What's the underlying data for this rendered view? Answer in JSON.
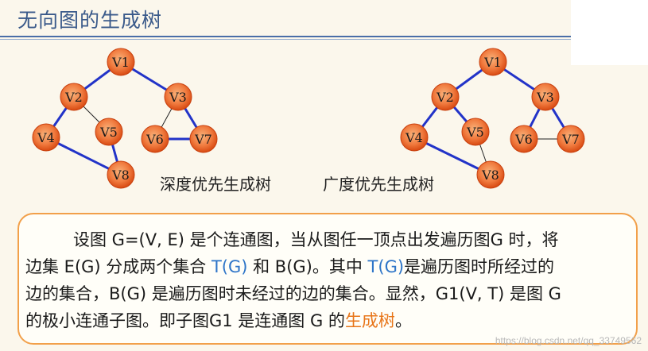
{
  "title": "无向图的生成树",
  "captions": {
    "dfs": "深度优先生成树",
    "bfs": "广度优先生成树"
  },
  "node_labels": [
    "V1",
    "V2",
    "V3",
    "V4",
    "V5",
    "V6",
    "V7",
    "V8"
  ],
  "colors": {
    "node_fill_outer": "#e84e1a",
    "node_fill_inner": "#f7a35c",
    "tree_edge": "#2233c8",
    "non_tree_edge": "#222222",
    "title": "#3a5a8a",
    "box_border": "#f2a04a",
    "highlight_blue": "#2e75c8",
    "highlight_orange": "#e8761a"
  },
  "graphs": [
    {
      "name": "dfs",
      "edges": [
        {
          "from": "V1",
          "to": "V2",
          "tree": true
        },
        {
          "from": "V1",
          "to": "V3",
          "tree": true
        },
        {
          "from": "V2",
          "to": "V4",
          "tree": true
        },
        {
          "from": "V2",
          "to": "V5",
          "tree": false
        },
        {
          "from": "V5",
          "to": "V8",
          "tree": true
        },
        {
          "from": "V4",
          "to": "V8",
          "tree": true
        },
        {
          "from": "V3",
          "to": "V6",
          "tree": false
        },
        {
          "from": "V3",
          "to": "V7",
          "tree": true
        },
        {
          "from": "V6",
          "to": "V7",
          "tree": true
        }
      ]
    },
    {
      "name": "bfs",
      "edges": [
        {
          "from": "V1",
          "to": "V2",
          "tree": true
        },
        {
          "from": "V1",
          "to": "V3",
          "tree": true
        },
        {
          "from": "V2",
          "to": "V4",
          "tree": true
        },
        {
          "from": "V2",
          "to": "V5",
          "tree": true
        },
        {
          "from": "V5",
          "to": "V8",
          "tree": false
        },
        {
          "from": "V4",
          "to": "V8",
          "tree": true
        },
        {
          "from": "V3",
          "to": "V6",
          "tree": true
        },
        {
          "from": "V3",
          "to": "V7",
          "tree": true
        },
        {
          "from": "V6",
          "to": "V7",
          "tree": false
        }
      ]
    }
  ],
  "paragraph": {
    "l1": "设图 G=(V, E) 是个连通图，当从图任一顶点出发遍历图G 时，将",
    "l2a": "边集 E(G) 分成两个集合 ",
    "l2b": "T(G)",
    "l2c": " 和 B(G)。其中 ",
    "l2d": "T(G)",
    "l2e": "是遍历图时所经过的",
    "l3": "边的集合，B(G) 是遍历图时未经过的边的集合。显然，G1(V, T) 是图 G",
    "l4a": "的极小连通子图。即子图G1 是连通图 G 的",
    "l4b": "生成树",
    "l4c": "。"
  },
  "watermark": "https://blog.csdn.net/qq_33749562"
}
